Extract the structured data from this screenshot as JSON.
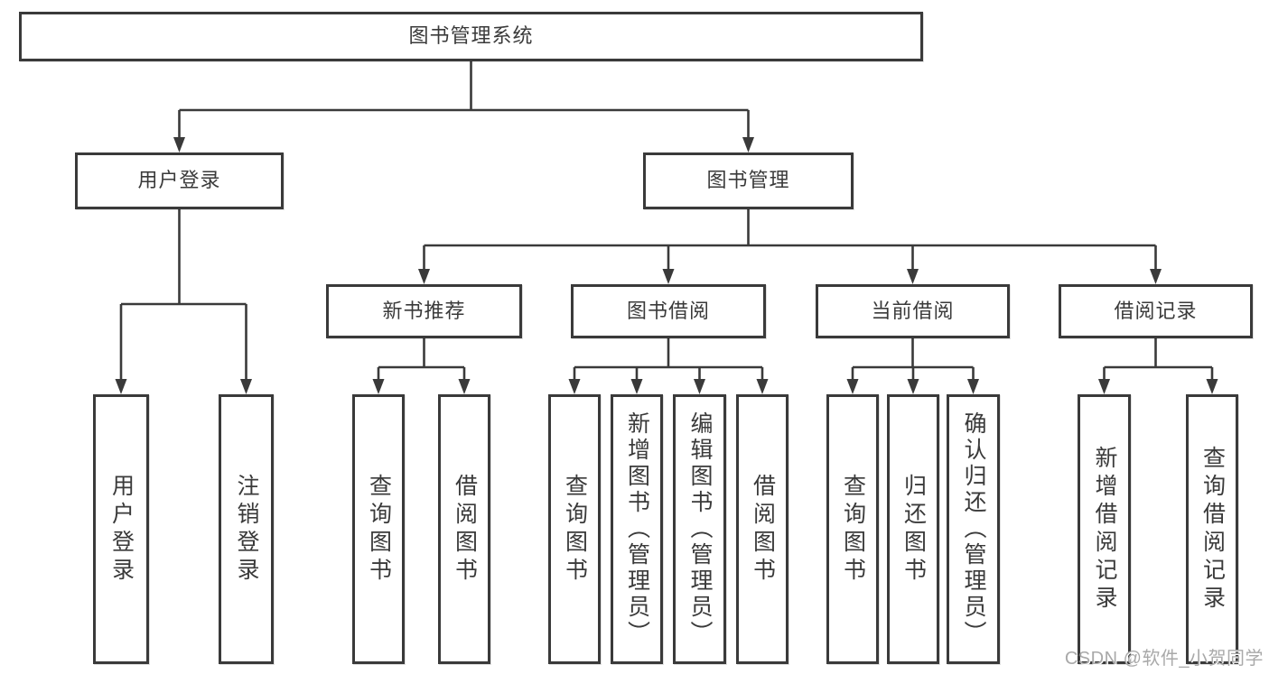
{
  "diagram": {
    "root": {
      "label": "图书管理系统"
    },
    "branches": [
      {
        "label": "用户登录",
        "children": [
          {
            "label": "用户登录"
          },
          {
            "label": "注销登录"
          }
        ]
      },
      {
        "label": "图书管理",
        "children": [
          {
            "label": "新书推荐",
            "children": [
              {
                "label": "查询图书"
              },
              {
                "label": "借阅图书"
              }
            ]
          },
          {
            "label": "图书借阅",
            "children": [
              {
                "label": "查询图书"
              },
              {
                "label": "新增图书（管理员）"
              },
              {
                "label": "编辑图书（管理员）"
              },
              {
                "label": "借阅图书"
              }
            ]
          },
          {
            "label": "当前借阅",
            "children": [
              {
                "label": "查询图书"
              },
              {
                "label": "归还图书"
              },
              {
                "label": "确认归还（管理员）"
              }
            ]
          },
          {
            "label": "借阅记录",
            "children": [
              {
                "label": "新增借阅记录"
              },
              {
                "label": "查询借阅记录"
              }
            ]
          }
        ]
      }
    ]
  },
  "colors": {
    "line": "#3a3a3a",
    "watermark": "#aaaaaa"
  },
  "watermark": {
    "text": "CSDN @软件_小贺同学"
  }
}
